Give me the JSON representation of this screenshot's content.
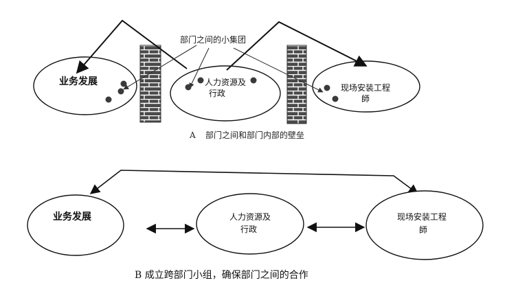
{
  "colors": {
    "ink": "#111111",
    "dot": "#3a3a3a",
    "brick": "#4a4a4a",
    "mortar": "#ffffff"
  },
  "top": {
    "group_label": "部门之间的小集团",
    "caption_letter": "A",
    "caption": "部门之间和部门内部的壁垒",
    "nodes": {
      "biz": {
        "label": "业务发展"
      },
      "hr": {
        "line1": "人力资源及",
        "line2": "行政"
      },
      "eng": {
        "line1": "现场安装工程",
        "line2": "師"
      }
    }
  },
  "bottom": {
    "caption": "B 成立跨部门小组，确保部门之间的合作",
    "nodes": {
      "biz": {
        "label": "业务发展"
      },
      "hr": {
        "line1": "人力资源及",
        "line2": "行政"
      },
      "eng": {
        "line1": "现场安装工程",
        "line2": "師"
      }
    }
  }
}
